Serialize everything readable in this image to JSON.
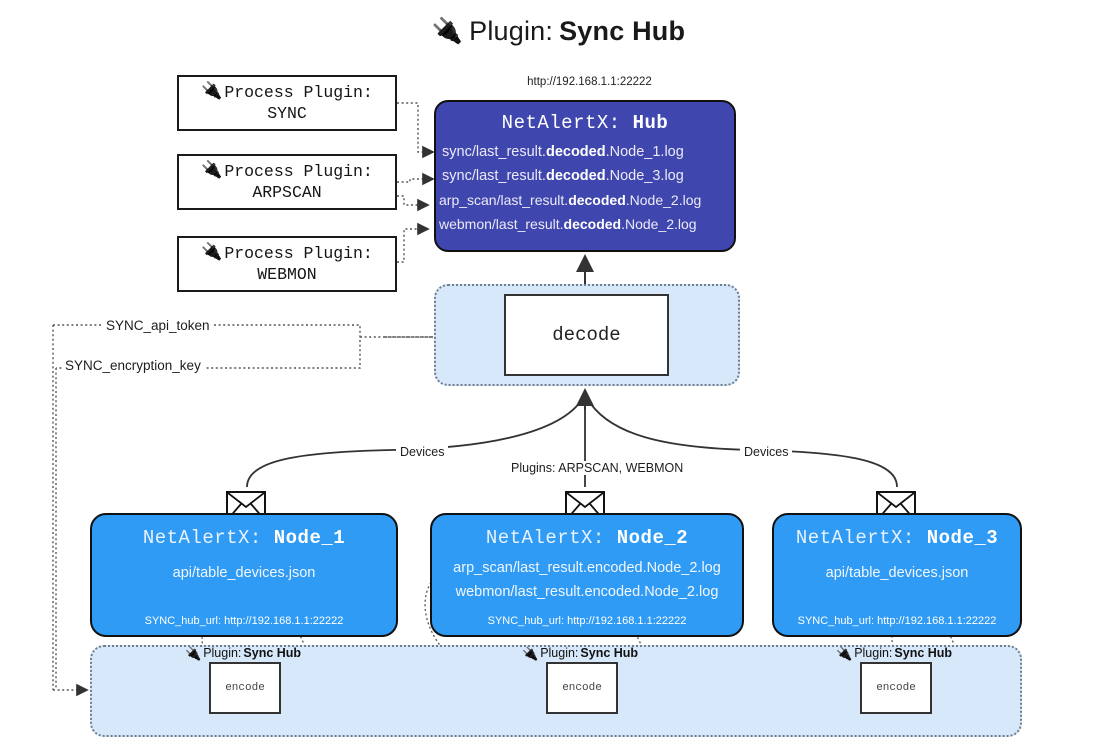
{
  "title": {
    "icon": "plug-icon",
    "prefix": "Plugin:",
    "name": "Sync Hub"
  },
  "hub": {
    "url": "http://192.168.1.1:22222",
    "title_prefix": "NetAlertX:",
    "title_name": "Hub",
    "lines": [
      {
        "pre": "sync/last_result.",
        "bold": "decoded",
        "post": ".Node_1.log"
      },
      {
        "pre": "sync/last_result.",
        "bold": "decoded",
        "post": ".Node_3.log"
      },
      {
        "pre": "arp_scan/last_result.",
        "bold": "decoded",
        "post": ".Node_2.log"
      },
      {
        "pre": "webmon/last_result.",
        "bold": "decoded",
        "post": ".Node_2.log"
      }
    ]
  },
  "process_plugins": [
    {
      "icon": "plug-icon",
      "label": "Process Plugin:",
      "name": "SYNC"
    },
    {
      "icon": "plug-icon",
      "label": "Process Plugin:",
      "name": "ARPSCAN"
    },
    {
      "icon": "plug-icon",
      "label": "Process Plugin:",
      "name": "WEBMON"
    }
  ],
  "decode": {
    "label": "decode"
  },
  "tokens": {
    "api_token": "SYNC_api_token",
    "encryption_key": "SYNC_encryption_key"
  },
  "edge_labels": {
    "devices_left": "Devices",
    "devices_right": "Devices",
    "plugins": "Plugins: ARPSCAN, WEBMON"
  },
  "nodes": [
    {
      "title_prefix": "NetAlertX:",
      "title_name": "Node_1",
      "lines": [
        "api/table_devices.json"
      ],
      "hub_url": "SYNC_hub_url: http://192.168.1.1:22222",
      "envelope": "envelope-icon"
    },
    {
      "title_prefix": "NetAlertX:",
      "title_name": "Node_2",
      "lines": [
        "arp_scan/last_result.encoded.Node_2.log",
        "webmon/last_result.encoded.Node_2.log"
      ],
      "hub_url": "SYNC_hub_url: http://192.168.1.1:22222",
      "envelope": "envelope-icon"
    },
    {
      "title_prefix": "NetAlertX:",
      "title_name": "Node_3",
      "lines": [
        "api/table_devices.json"
      ],
      "hub_url": "SYNC_hub_url: http://192.168.1.1:22222",
      "envelope": "envelope-icon"
    }
  ],
  "encoders": [
    {
      "caption_prefix": "Plugin:",
      "caption_name": "Sync Hub",
      "label": "encode",
      "icon": "plug-icon"
    },
    {
      "caption_prefix": "Plugin:",
      "caption_name": "Sync Hub",
      "label": "encode",
      "icon": "plug-icon"
    },
    {
      "caption_prefix": "Plugin:",
      "caption_name": "Sync Hub",
      "label": "encode",
      "icon": "plug-icon"
    }
  ],
  "colors": {
    "hub_fill": "#3f46ae",
    "node_fill": "#2f9bf5",
    "container_fill": "#d6e8fa",
    "stroke": "#111111"
  }
}
